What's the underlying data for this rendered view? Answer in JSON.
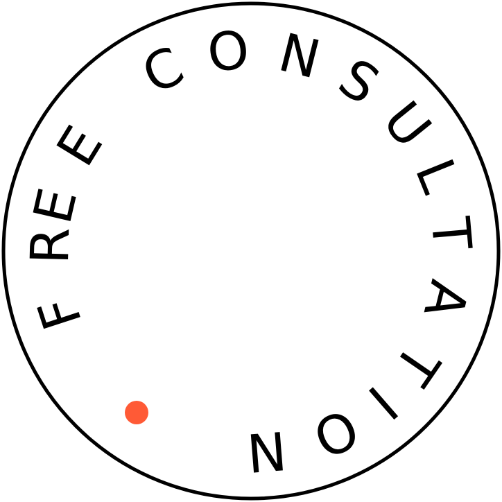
{
  "badge": {
    "text": "FREE CONSULTATION",
    "letters": [
      {
        "char": "F",
        "angle": 252
      },
      {
        "char": "R",
        "angle": 271.5
      },
      {
        "char": "E",
        "angle": 283
      },
      {
        "char": "E",
        "angle": 301.5
      },
      {
        "char": "C",
        "angle": 334
      },
      {
        "char": "O",
        "angle": 353.5
      },
      {
        "char": "N",
        "angle": 14
      },
      {
        "char": "S",
        "angle": 32.5
      },
      {
        "char": "U",
        "angle": 51
      },
      {
        "char": "L",
        "angle": 68
      },
      {
        "char": "T",
        "angle": 85
      },
      {
        "char": "A",
        "angle": 104
      },
      {
        "char": "T",
        "angle": 124.5
      },
      {
        "char": "I",
        "angle": 139
      },
      {
        "char": "O",
        "angle": 155
      },
      {
        "char": "N",
        "angle": 175.5
      }
    ],
    "colors": {
      "ring": "#000000",
      "text": "#000000",
      "dot": "#FF5A36",
      "background": "#FFFFFF"
    }
  }
}
